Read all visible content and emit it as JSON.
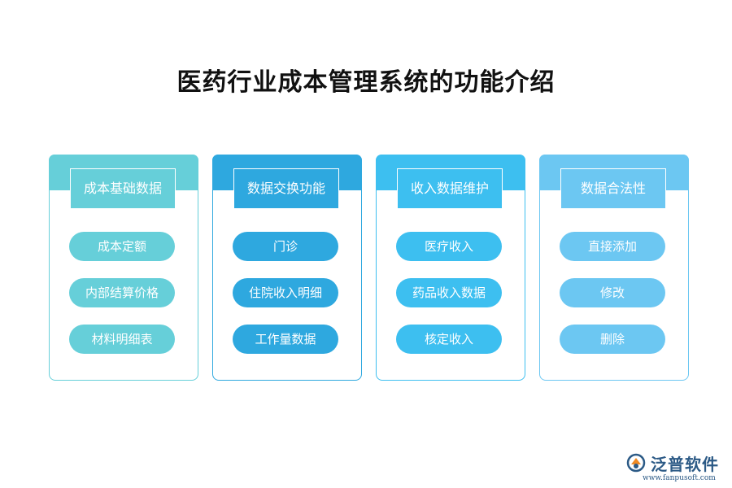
{
  "title": "医药行业成本管理系统的功能介绍",
  "colors": {
    "card1": "#66cfd9",
    "card2": "#2ea8df",
    "card3": "#3dbff0",
    "card4": "#6cc7f2",
    "logo": "#2c5a86"
  },
  "cards": [
    {
      "header": "成本基础数据",
      "items": [
        "成本定额",
        "内部结算价格",
        "材料明细表"
      ]
    },
    {
      "header": "数据交换功能",
      "items": [
        "门诊",
        "住院收入明细",
        "工作量数据"
      ]
    },
    {
      "header": "收入数据维护",
      "items": [
        "医疗收入",
        "药品收入数据",
        "核定收入"
      ]
    },
    {
      "header": "数据合法性",
      "items": [
        "直接添加",
        "修改",
        "删除"
      ]
    }
  ],
  "logo": {
    "icon": "fanpu-logo-icon",
    "name": "泛普软件",
    "url": "www.fanpusoft.com"
  }
}
